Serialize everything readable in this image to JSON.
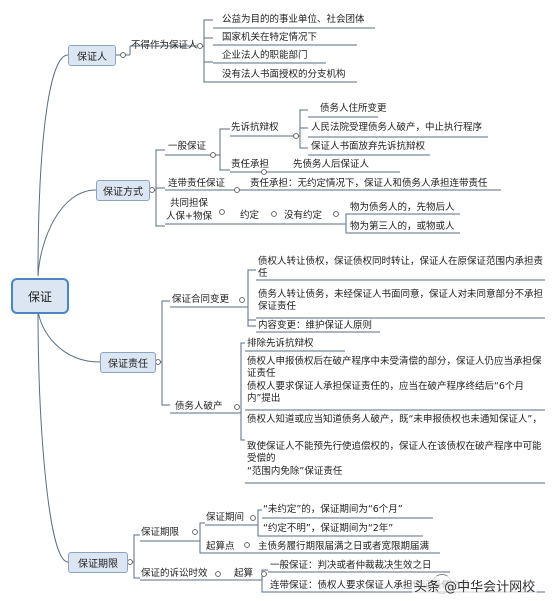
{
  "root": "保证",
  "guarantor": {
    "label": "保证人",
    "sub": "不得作为保证人",
    "items": [
      "公益为目的的事业单位、社会团体",
      "国家机关在特定情况下",
      "企业法人的职能部门",
      "没有法人书面授权的分支机构"
    ]
  },
  "method": {
    "label": "保证方式",
    "general": "一般保证",
    "defense": "先诉抗辩权",
    "defense_items": [
      "债务人住所变更",
      "人民法院受理债务人破产，中止执行程序",
      "保证人书面放弃先诉抗辩权"
    ],
    "resp": "责任承担",
    "resp_text": "先债务人后保证人",
    "joint": "连带责任保证",
    "joint_text": "责任承担：无约定情况下，保证人和债务人承担连带责任",
    "co_line1": "共同担保",
    "co_line2": "人保+物保",
    "agreed": "约定",
    "no_agreed": "没有约定",
    "no_agreed_items": [
      "物为债务人的，先物后人",
      "物为第三人的，或物或人"
    ]
  },
  "liability": {
    "label": "保证责任",
    "change": "保证合同变更",
    "change_items": [
      "债权人转让债权，保证债权同时转让，保证人在原保证范围内承担责任",
      "债务人转让债务，未经保证人书面同意，保证人对未同意部分不承担保证责任",
      "内容变更：维护保证人原则"
    ],
    "bankrupt": "债务人破产",
    "bankrupt_items": [
      "排除先诉抗辩权",
      "债权人申报债权后在破产程序中未受清偿的部分，保证人仍应当承担保证责任",
      "债权人要求保证人承担保证责任的，应当在破产程序终结后“6个月内”提出",
      "债权人知道或应当知道债务人破产，既“未申报债权也未通知保证人”，",
      "致使保证人不能预先行使追偿权的，保证人在该债权在破产程序中可能受偿的",
      "“范围内免除”保证责任"
    ]
  },
  "period": {
    "label": "保证期限",
    "term": "保证期限",
    "term_sub": "保证期间",
    "term_items": [
      "“未约定”的，保证期间为“6个月”",
      "“约定不明”，保证期间为“2年”"
    ],
    "start": "起算点",
    "start_text": "主债务履行期限届满之日或者宽限期届满",
    "limit": "保证的诉讼时效",
    "limit_sub": "起算",
    "limit_items": [
      "一般保证：判决或者仲裁裁决生效之日",
      "连带保证：债权人要求保证人承担保证责任之日"
    ]
  },
  "watermark": {
    "logo": "头条",
    "text": "头条 @中华会计网校"
  }
}
